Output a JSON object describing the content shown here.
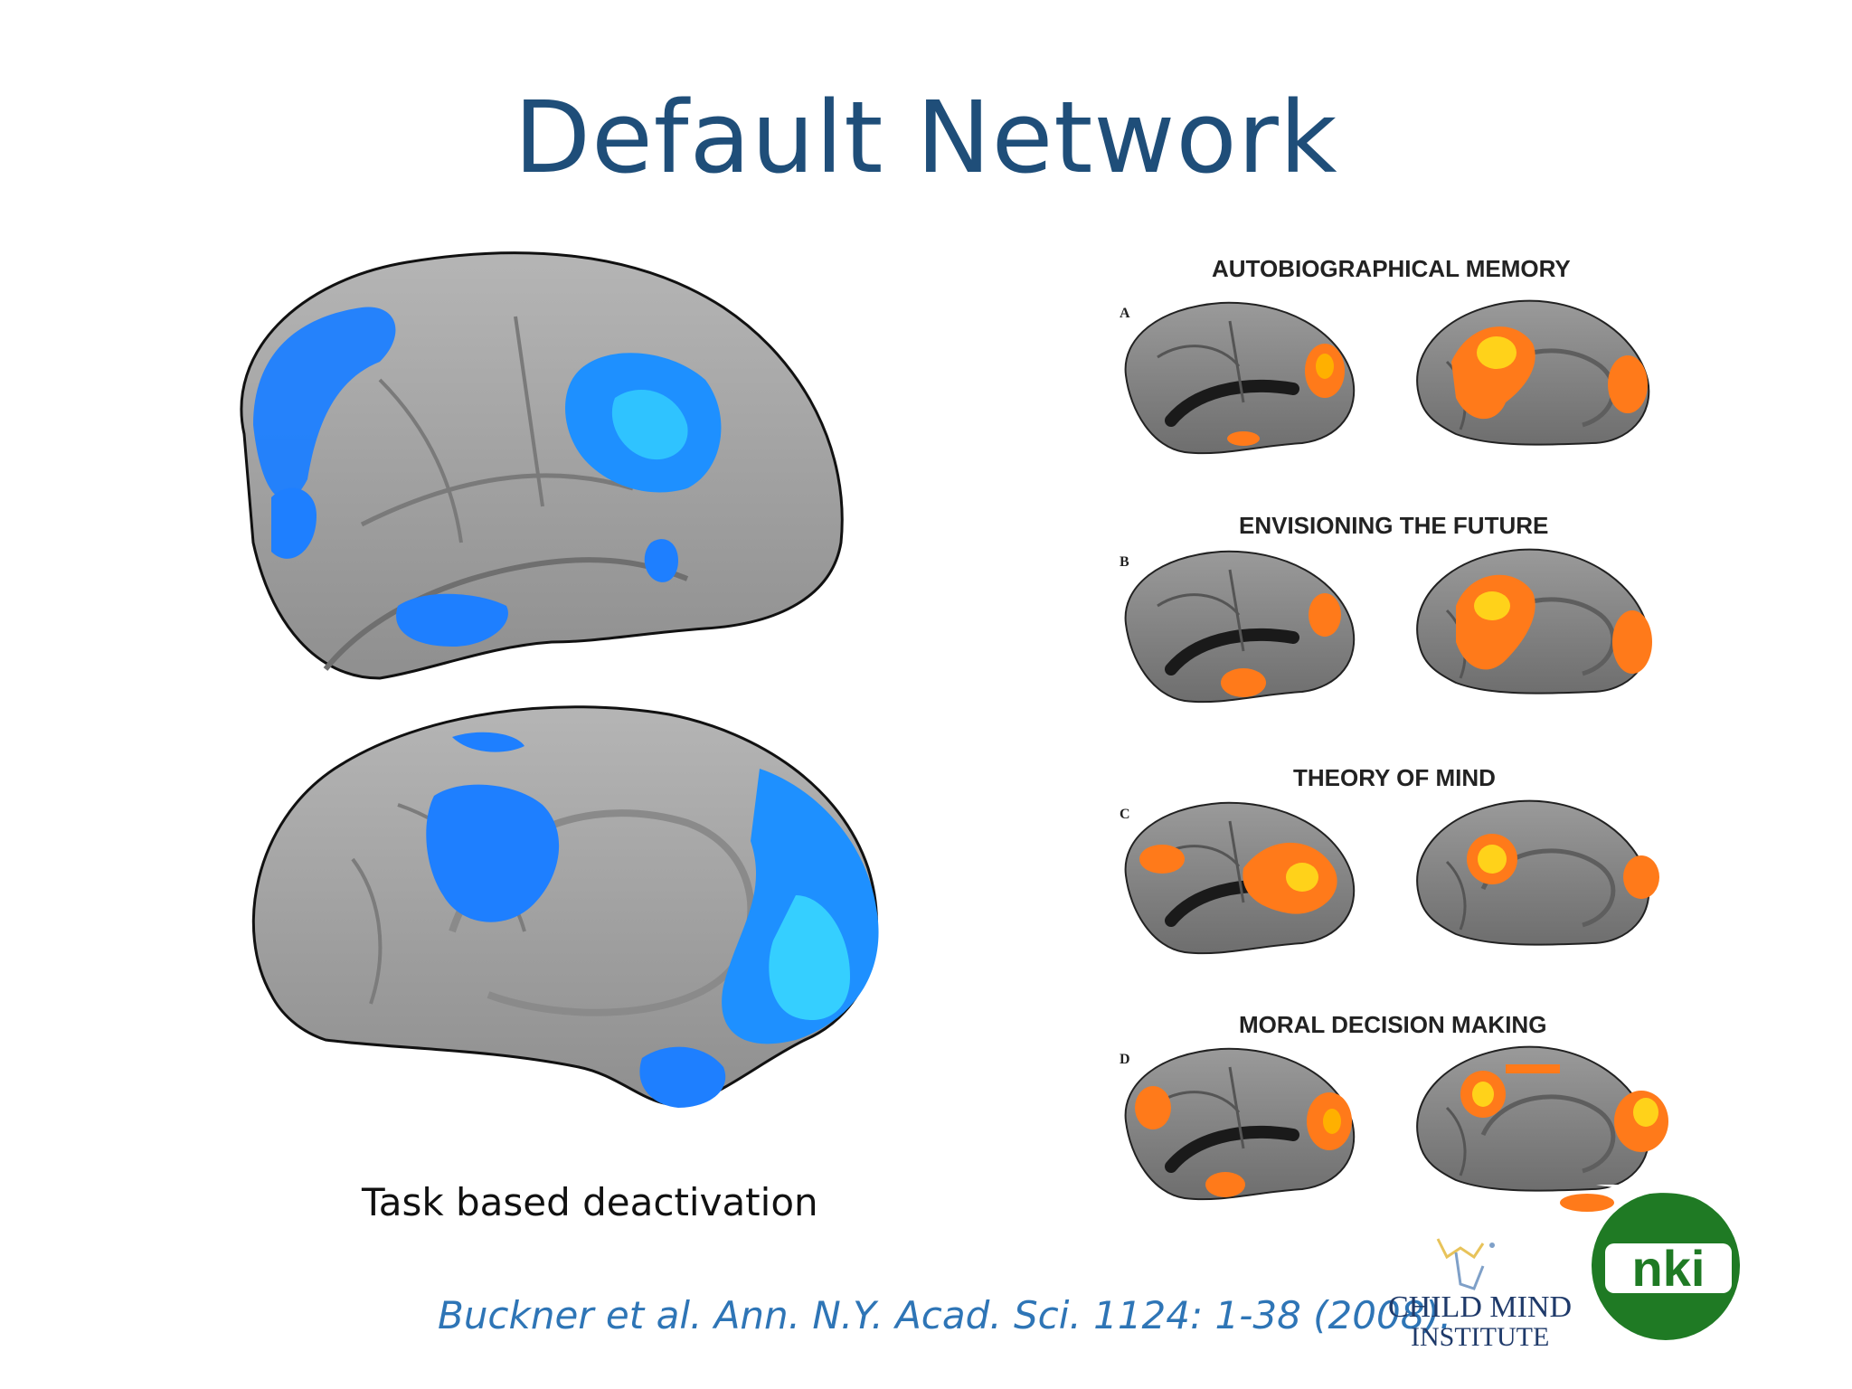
{
  "slide": {
    "title": "Default Network",
    "caption": "Task based deactivation",
    "citation": "Buckner et al. Ann. N.Y. Acad. Sci. 1124: 1-38 (2008).",
    "colors": {
      "title": "#1f4e79",
      "citation": "#2e75b6",
      "deactivation": "#1e90ff",
      "activation": "#ff8c1a"
    }
  },
  "figure_right": {
    "panels": [
      {
        "letter": "A",
        "title": "AUTOBIOGRAPHICAL MEMORY"
      },
      {
        "letter": "B",
        "title": "ENVISIONING THE FUTURE"
      },
      {
        "letter": "C",
        "title": "THEORY OF MIND"
      },
      {
        "letter": "D",
        "title": "MORAL DECISION MAKING"
      }
    ]
  },
  "logos": {
    "child_mind_line1": "CHILD MIND",
    "child_mind_line2": "INSTITUTE",
    "nki": "nki"
  }
}
